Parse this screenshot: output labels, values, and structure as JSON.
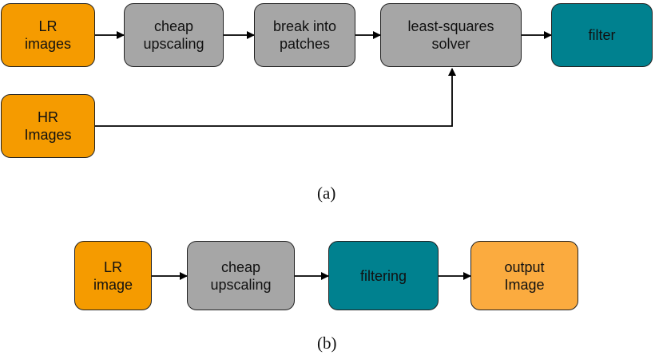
{
  "diagram_a": {
    "nodes": [
      {
        "id": "lr-images",
        "line1": "LR",
        "line2": "images",
        "color": "#f59b00"
      },
      {
        "id": "cheap-upscaling",
        "line1": "cheap",
        "line2": "upscaling",
        "color": "#a6a6a6"
      },
      {
        "id": "break-into-patches",
        "line1": "break into",
        "line2": "patches",
        "color": "#a6a6a6"
      },
      {
        "id": "least-squares-solver",
        "line1": "least-squares",
        "line2": "solver",
        "color": "#a6a6a6"
      },
      {
        "id": "filter",
        "line1": "filter",
        "line2": "",
        "color": "#00818f"
      },
      {
        "id": "hr-images",
        "line1": "HR",
        "line2": "Images",
        "color": "#f59b00"
      }
    ],
    "caption": "(a)"
  },
  "diagram_b": {
    "nodes": [
      {
        "id": "lr-image",
        "line1": "LR",
        "line2": "image",
        "color": "#f59b00"
      },
      {
        "id": "cheap-upscaling-b",
        "line1": "cheap",
        "line2": "upscaling",
        "color": "#a6a6a6"
      },
      {
        "id": "filtering",
        "line1": "filtering",
        "line2": "",
        "color": "#00818f"
      },
      {
        "id": "output-image",
        "line1": "output",
        "line2": "Image",
        "color": "#fbab3f"
      }
    ],
    "caption": "(b)"
  }
}
